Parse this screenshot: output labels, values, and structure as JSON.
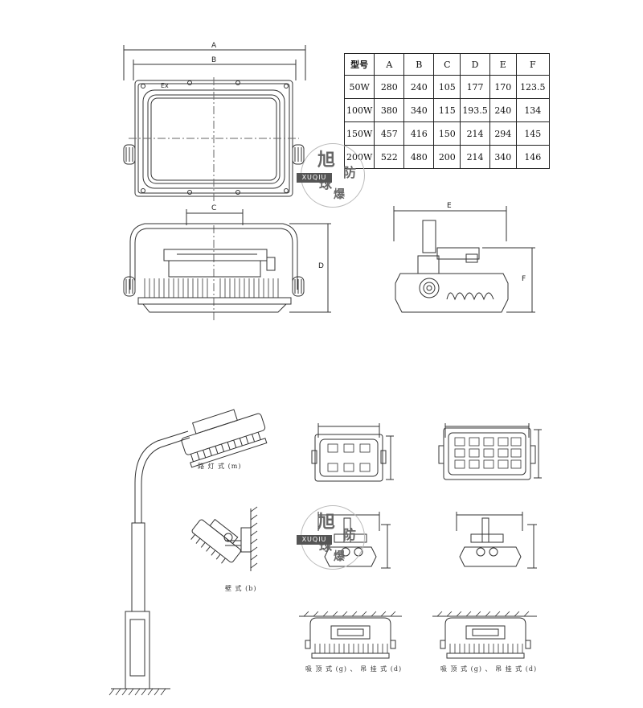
{
  "top_view": {
    "dim_a": "A",
    "dim_b": "B",
    "ex_mark": "Ex"
  },
  "front_view": {
    "dim_c": "C",
    "dim_d": "D"
  },
  "side_view": {
    "dim_e": "E",
    "dim_f": "F"
  },
  "spec_table": {
    "headers": [
      "型号",
      "A",
      "B",
      "C",
      "D",
      "E",
      "F"
    ],
    "rows": [
      [
        "50W",
        "280",
        "240",
        "105",
        "177",
        "170",
        "123.5"
      ],
      [
        "100W",
        "380",
        "340",
        "115",
        "193.5",
        "240",
        "134"
      ],
      [
        "150W",
        "457",
        "416",
        "150",
        "214",
        "294",
        "145"
      ],
      [
        "200W",
        "522",
        "480",
        "200",
        "214",
        "340",
        "146"
      ]
    ]
  },
  "watermark": {
    "char1": "旭",
    "char2": "球",
    "char3": "防",
    "char4": "爆",
    "en": "XUQIU"
  },
  "captions": {
    "pole": "路 灯 式 (m)",
    "wall": "壁 式 (b)",
    "ceiling_left": "吸 顶 式 (g) 、 吊 挂 式 (d)",
    "ceiling_right": "吸 顶 式 (g) 、 吊 挂 式 (d)"
  }
}
